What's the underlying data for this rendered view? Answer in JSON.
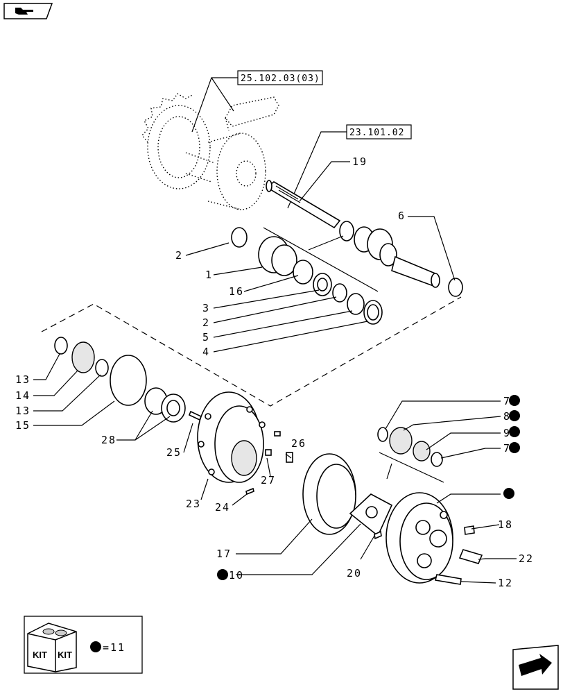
{
  "callouts": {
    "c2a": "2",
    "c1": "1",
    "c16": "16",
    "c3": "3",
    "c2b": "2",
    "c5": "5",
    "c4": "4",
    "c6": "6",
    "c19": "19",
    "c13a": "13",
    "c14": "14",
    "c13b": "13",
    "c15": "15",
    "c28": "28",
    "c25": "25",
    "c26": "26",
    "c27": "27",
    "c23": "23",
    "c24": "24",
    "c7a": "7",
    "c8": "8",
    "c9": "9",
    "c7b": "7",
    "c18": "18",
    "c22": "22",
    "c12": "12",
    "c17": "17",
    "c10": "10",
    "c20": "20"
  },
  "references": {
    "ref1": "25.102.03(03)",
    "ref2": "23.101.02"
  },
  "legend": {
    "kit_label_1": "KIT",
    "kit_label_2": "KIT",
    "equals_text": "=11"
  },
  "icons": {
    "top_left": "hand-pointer-icon",
    "bottom_right": "arrow-next-icon"
  },
  "colors": {
    "ink": "#000000",
    "background": "#ffffff"
  }
}
